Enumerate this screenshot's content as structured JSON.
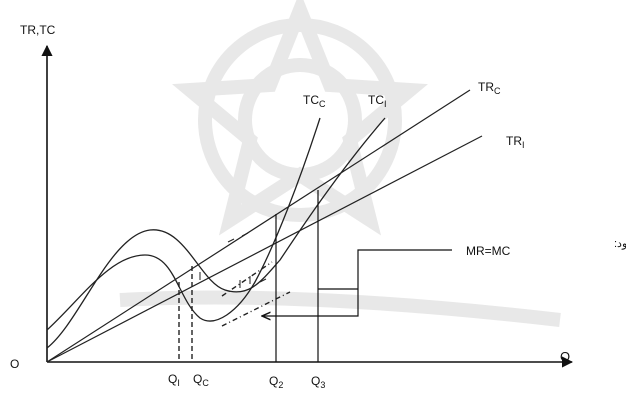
{
  "axes": {
    "y_label": "TR,TC",
    "x_label": "Q",
    "origin": "O"
  },
  "curves": {
    "tr_c": {
      "main": "TR",
      "sub": "C"
    },
    "tr_i": {
      "main": "TR",
      "sub": "I"
    },
    "tc_c": {
      "main": "TC",
      "sub": "C"
    },
    "tc_i": {
      "main": "TC",
      "sub": "I"
    }
  },
  "ticks": {
    "q_i": {
      "main": "Q",
      "sub": "I"
    },
    "q_c": {
      "main": "Q",
      "sub": "C"
    },
    "q_2": {
      "main": "Q",
      "sub": "2"
    },
    "q_3": {
      "main": "Q",
      "sub": "3"
    }
  },
  "annotation": {
    "condition": "MR=MC",
    "prefix": "ماکزیمم سود:"
  }
}
